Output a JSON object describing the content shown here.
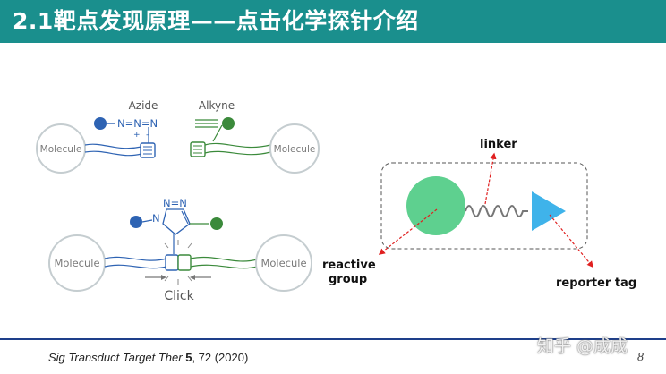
{
  "slide": {
    "title": "2.1靶点发现原理——点击化学探针介绍",
    "page_number": "8",
    "watermark": "知乎 @成成"
  },
  "citation": {
    "journal": "Sig Transduct Target Ther",
    "volume": "5",
    "rest": ", 72 (2020)"
  },
  "left_figure": {
    "azide_label": "Azide",
    "azide_formula": "N=N=N",
    "azide_plus": "+",
    "azide_minus": "-",
    "alkyne_label": "Alkyne",
    "molecule_label": "Molecule",
    "triazole_top": "N=N",
    "triazole_n": "N",
    "click_label": "Click"
  },
  "right_figure": {
    "linker_label": "linker",
    "reactive_label_1": "reactive",
    "reactive_label_2": "group",
    "reporter_label": "reporter tag"
  },
  "colors": {
    "title_bar": "#1a8f8d",
    "azide_blue": "#2e63b3",
    "alkyne_green": "#3b8a3b",
    "reactive_green": "#5ed08f",
    "reporter_blue": "#3fb3ea",
    "arrow_red": "#e02020",
    "footer_line": "#1e3f8a"
  }
}
